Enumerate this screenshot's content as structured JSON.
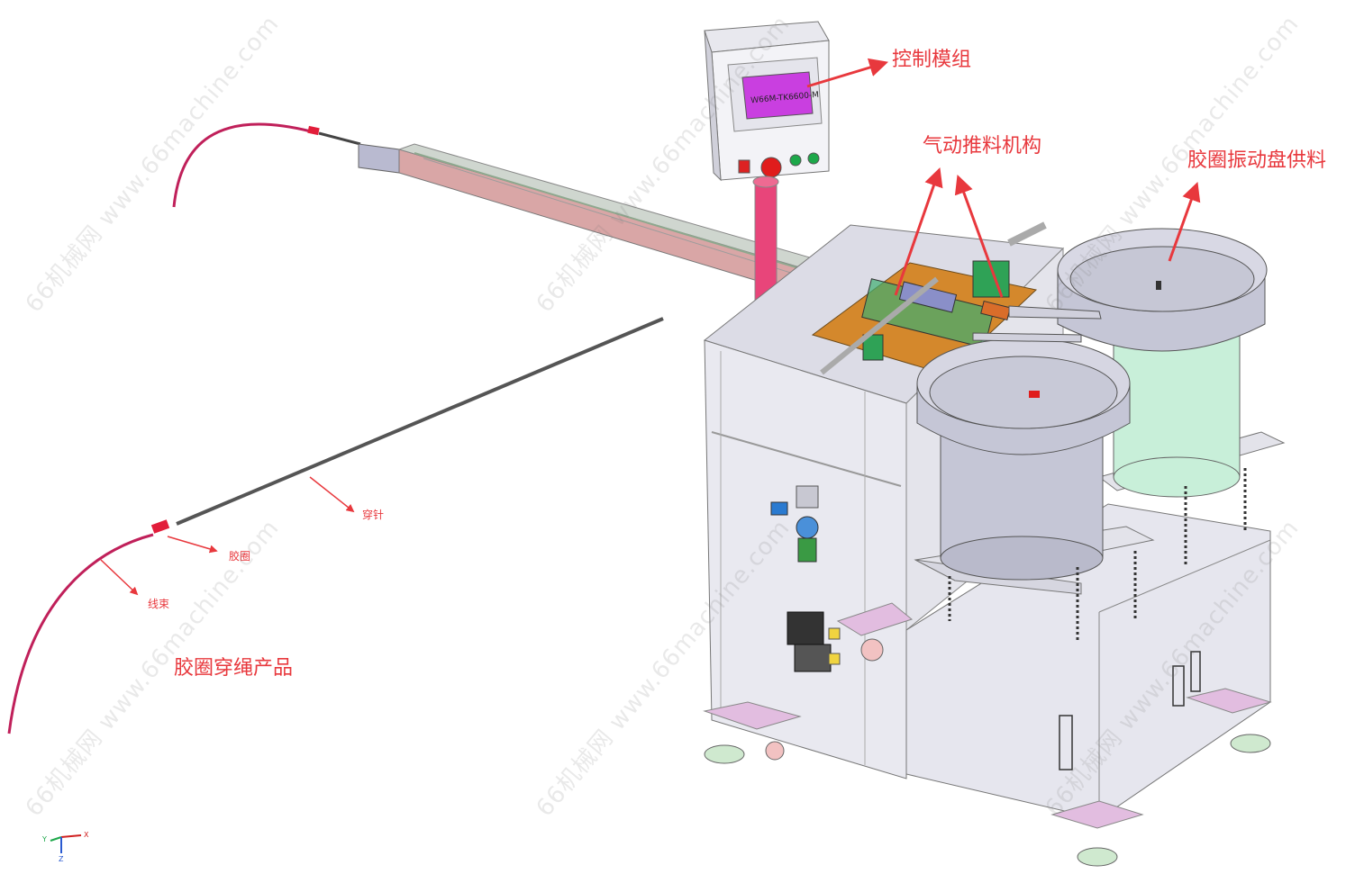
{
  "labels": {
    "control_module": "控制模组",
    "pneumatic_push": "气动推料机构",
    "ring_feeder": "胶圈振动盘供料",
    "needle": "穿针",
    "rubber_ring": "胶圈",
    "wire_harness": "线束",
    "product": "胶圈穿绳产品"
  },
  "screen_text": "Ｗ​66M-TK6600-M",
  "watermark": "66机械网 www.66machine.com",
  "axes": {
    "x": "X",
    "y": "Y",
    "z": "Z"
  },
  "colors": {
    "label": "#e8383d",
    "frame": "#a9aab8",
    "feeder": "#c5c6d6",
    "feeder_light": "#c8efd9",
    "plate": "#d4882c",
    "screen": "#c93fe0",
    "wire": "#c0205a",
    "pillar": "#e8457a"
  }
}
